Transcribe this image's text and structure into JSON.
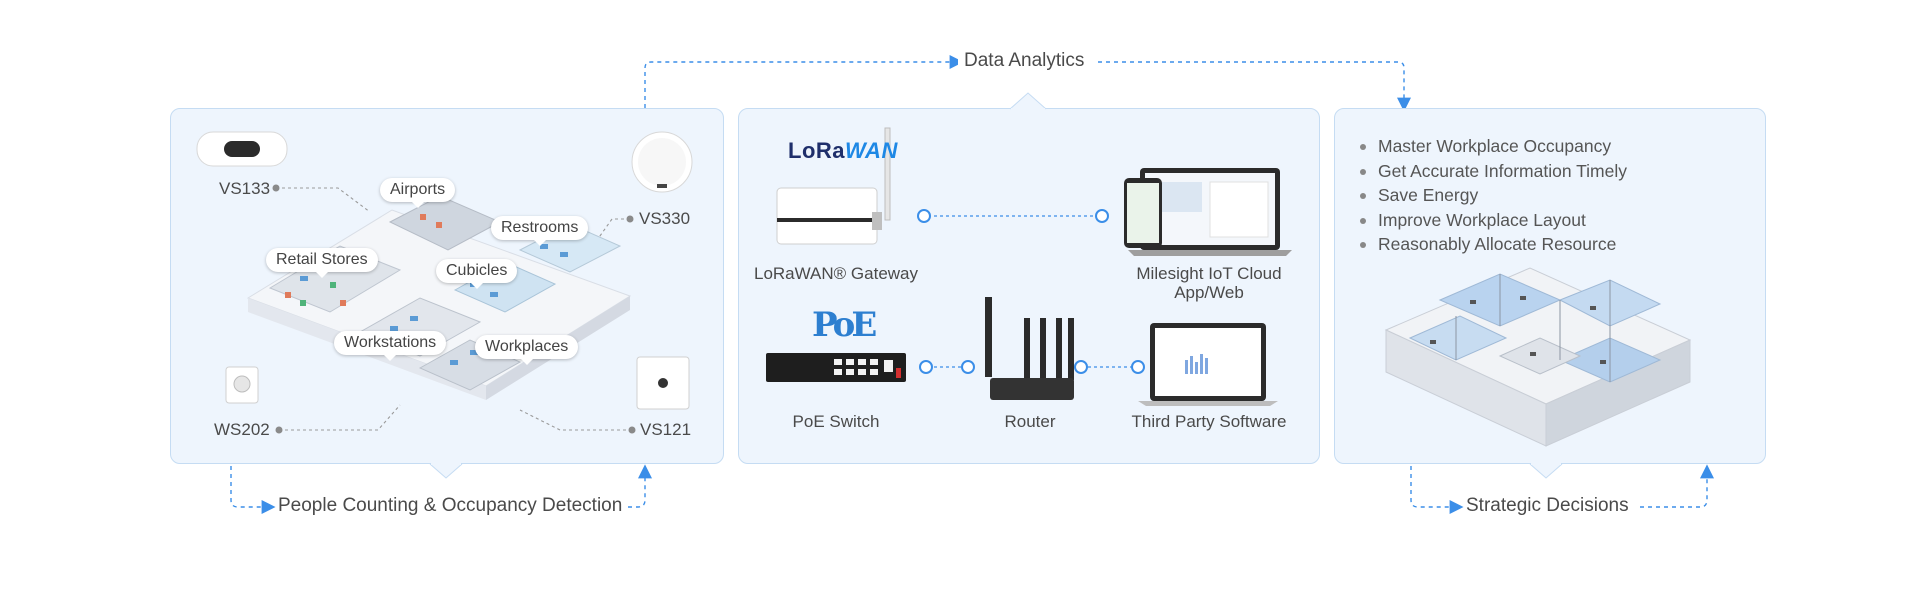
{
  "flows": {
    "data_analytics": "Data Analytics",
    "people_counting": "People Counting & Occupancy Detection",
    "strategic_decisions": "Strategic Decisions"
  },
  "sensors": {
    "vs133": "VS133",
    "vs330": "VS330",
    "ws202": "WS202",
    "vs121": "VS121"
  },
  "places": {
    "airports": "Airports",
    "restrooms": "Restrooms",
    "retail_stores": "Retail Stores",
    "cubicles": "Cubicles",
    "workstations": "Workstations",
    "workplaces": "Workplaces"
  },
  "network": {
    "gateway_label": "LoRaWAN® Gateway",
    "cloud_label_line1": "Milesight IoT Cloud",
    "cloud_label_line2": "App/Web",
    "poe_label": "PoE Switch",
    "router_label": "Router",
    "third_party_label": "Third Party Software",
    "lorawan_logo_lo": "LoRa",
    "lorawan_logo_wan": "WAN",
    "poe_logo": "PoE"
  },
  "benefits": [
    "Master Workplace Occupancy",
    "Get Accurate Information Timely",
    "Save Energy",
    "Improve Workplace Layout",
    "Reasonably Allocate Resource"
  ],
  "colors": {
    "panel_bg": "#eef5fd",
    "panel_border": "#c5dcf3",
    "flow_line": "#3b8ee8",
    "connector_gray": "#9a9a9a"
  }
}
